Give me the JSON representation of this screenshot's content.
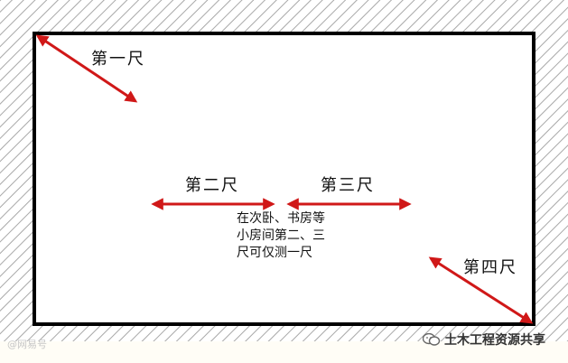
{
  "labels": {
    "first": "第一尺",
    "second": "第二尺",
    "third": "第三尺",
    "fourth": "第四尺"
  },
  "note": {
    "line1": "在次卧、书房等",
    "line2": "小房间第二、三",
    "line3": "尺可仅测一尺"
  },
  "watermark": {
    "left": "@网易号",
    "right": "土木工程资源共享"
  },
  "colors": {
    "arrow": "#d01818",
    "wall_hatch": "#a8a8a8",
    "room_border": "#000000",
    "room_fill": "#ffffff",
    "background": "#fffdf6"
  }
}
